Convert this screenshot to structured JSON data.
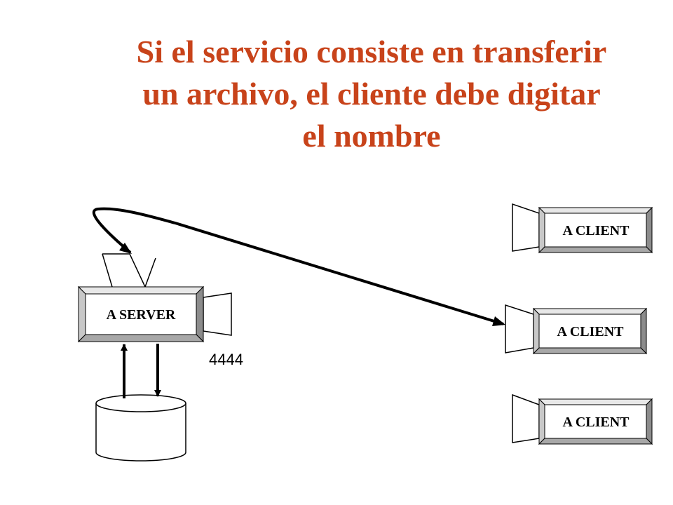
{
  "slide": {
    "title_lines": [
      "Si el servicio consiste en transferir",
      "un archivo, el cliente debe digitar",
      "el nombre"
    ],
    "title_color": "#c8431a"
  },
  "diagram": {
    "server": {
      "label": "A SERVER",
      "port": "4444"
    },
    "clients": [
      {
        "label": "A CLIENT"
      },
      {
        "label": "A CLIENT"
      },
      {
        "label": "A CLIENT"
      }
    ]
  }
}
